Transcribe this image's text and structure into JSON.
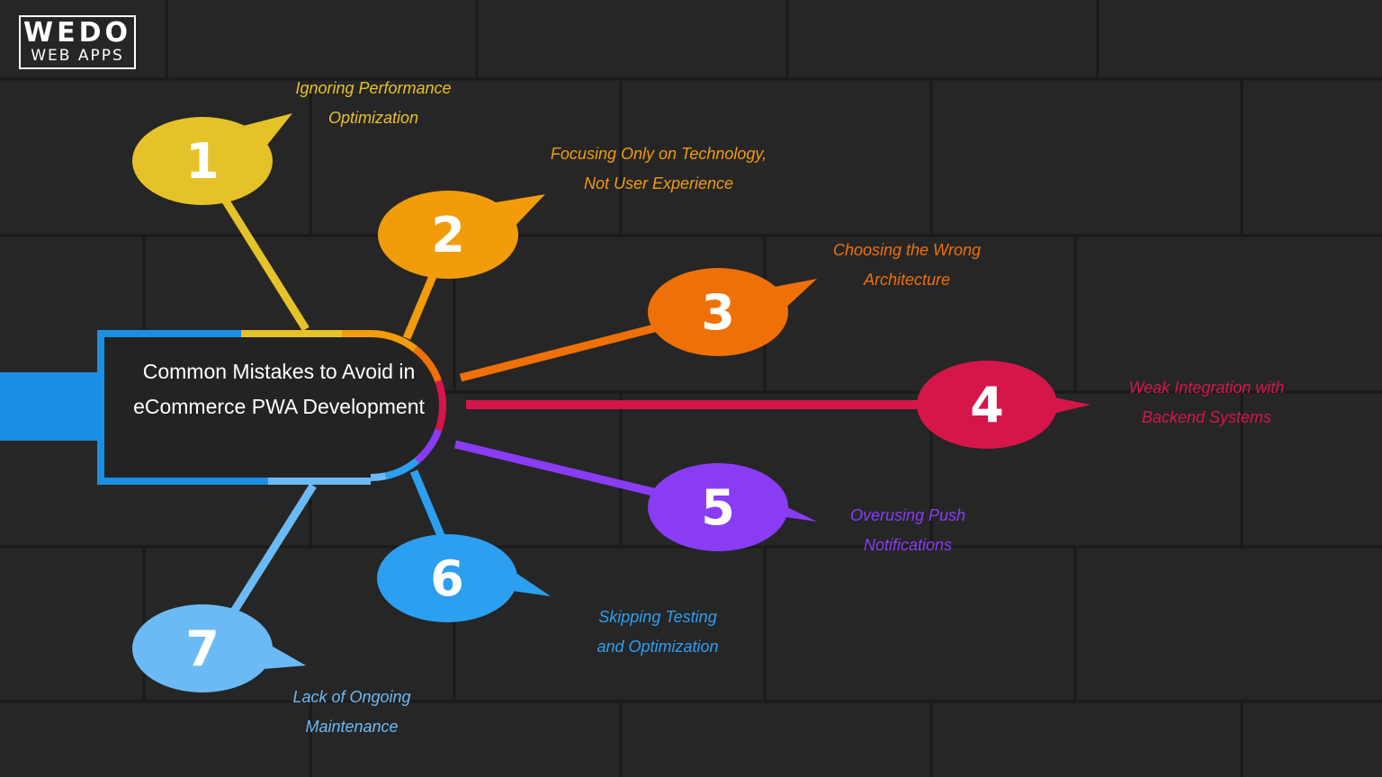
{
  "logo": {
    "line1": "WEDO",
    "line2": "WEB APPS"
  },
  "center": {
    "title": "Common Mistakes to Avoid in eCommerce PWA Development"
  },
  "colors": {
    "background": "#262626",
    "brick_line": "#1a1a1a",
    "connector_blue": "#1a8fe3",
    "text": "#ffffff"
  },
  "items": [
    {
      "number": "1",
      "label_line1": "Ignoring Performance",
      "label_line2": "Optimization",
      "color": "#e6c229"
    },
    {
      "number": "2",
      "label_line1": "Focusing Only on Technology,",
      "label_line2": "Not User Experience",
      "color": "#f29c0a"
    },
    {
      "number": "3",
      "label_line1": "Choosing the Wrong",
      "label_line2": "Architecture",
      "color": "#f07008"
    },
    {
      "number": "4",
      "label_line1": "Weak Integration with",
      "label_line2": "Backend Systems",
      "color": "#d6164a"
    },
    {
      "number": "5",
      "label_line1": "Overusing Push",
      "label_line2": "Notifications",
      "color": "#8a3cf5"
    },
    {
      "number": "6",
      "label_line1": "Skipping Testing",
      "label_line2": "and Optimization",
      "color": "#2d9ff0"
    },
    {
      "number": "7",
      "label_line1": "Lack of Ongoing",
      "label_line2": "Maintenance",
      "color": "#6cbaf5"
    }
  ]
}
